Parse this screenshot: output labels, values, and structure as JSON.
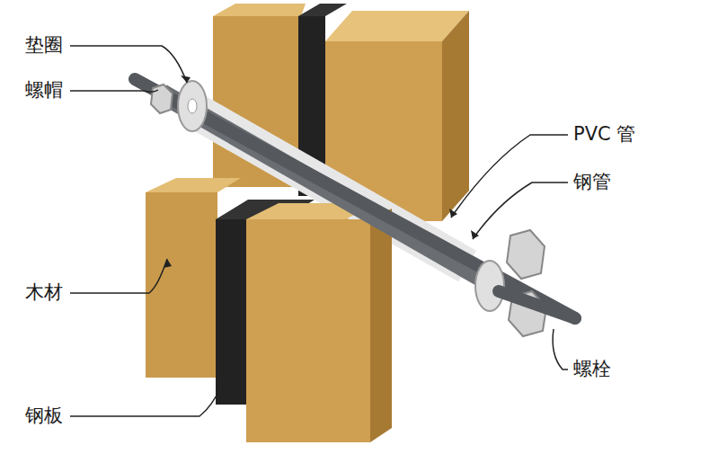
{
  "diagram": {
    "labels": [
      "垫圈",
      "螺帽",
      "木材",
      "钢板",
      "PVC 管",
      "钢管",
      "螺栓"
    ]
  }
}
